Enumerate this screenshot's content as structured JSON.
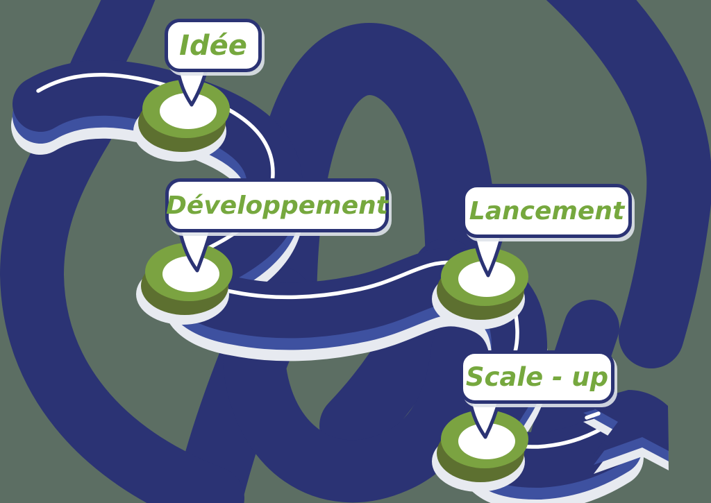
{
  "diagram": {
    "description": "Startup journey roadmap: a 3D road with four milestone pins over a large navy logo swirl",
    "background_color": "#5c6e63",
    "palette": {
      "navy": "#2b3374",
      "blue": "#3e51a0",
      "light": "#e7eaf0",
      "green_top": "#7ba341",
      "olive": "#5d7030",
      "label_green": "#76a83e"
    },
    "stages": [
      {
        "id": "idee",
        "label": "Idée"
      },
      {
        "id": "developpement",
        "label": "Développement"
      },
      {
        "id": "lancement",
        "label": "Lancement"
      },
      {
        "id": "scaleup",
        "label": "Scale - up"
      }
    ]
  }
}
